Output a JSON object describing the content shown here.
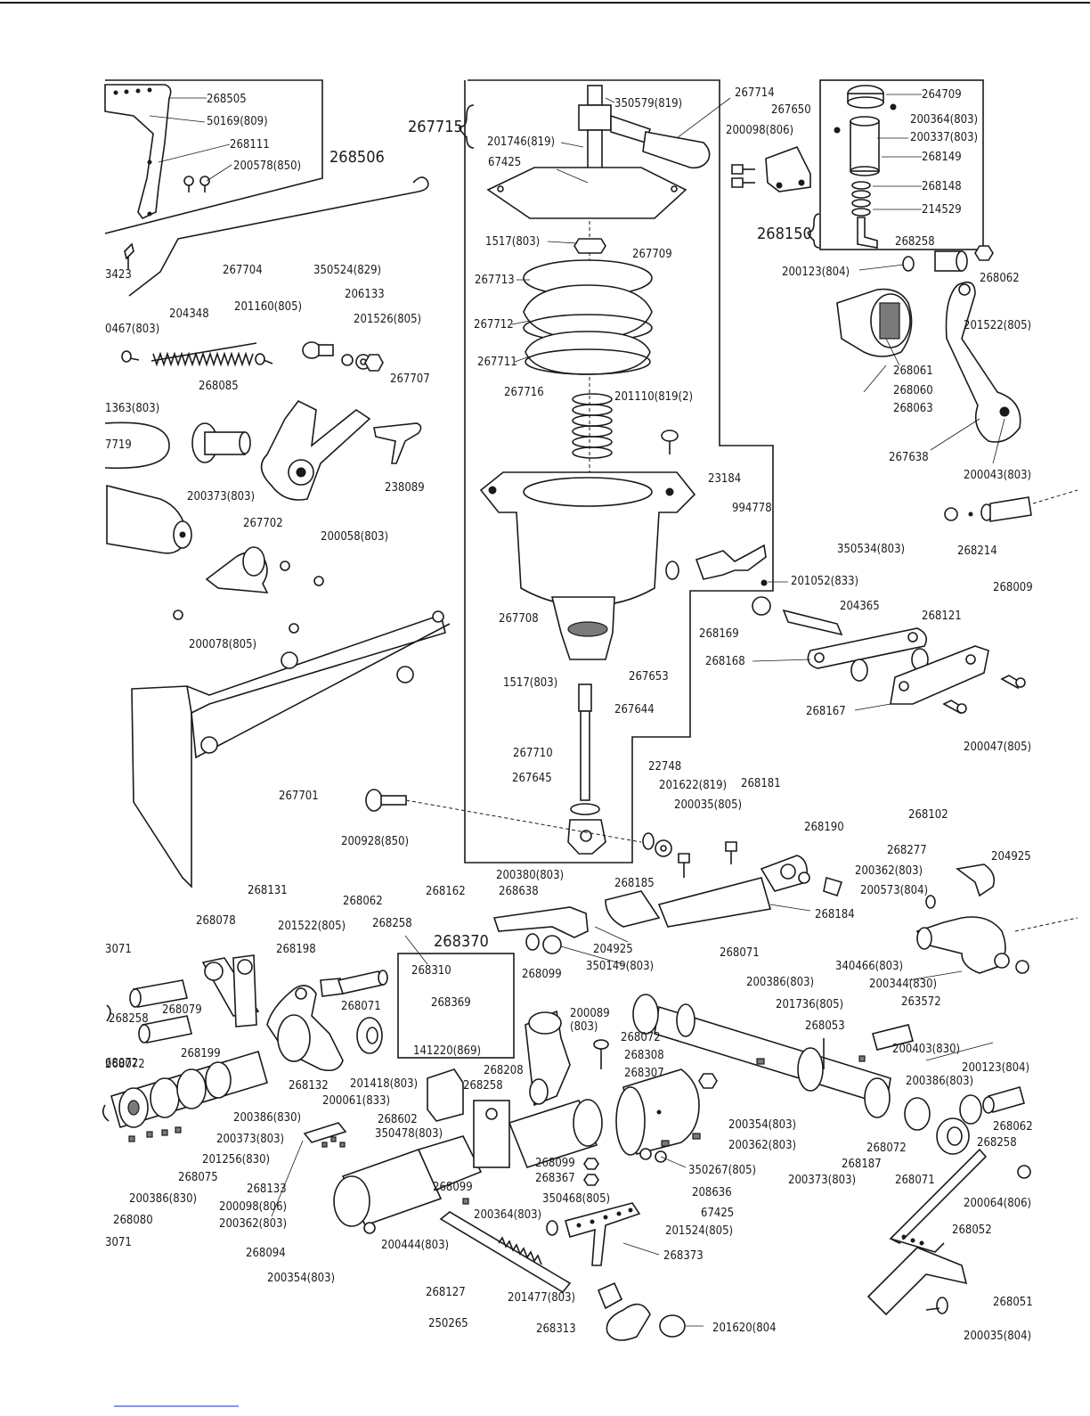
{
  "part_numbers": [
    "268505",
    "50169(809)",
    "268111",
    "200578(850)",
    "268506",
    "267715",
    "350579(819)",
    "267714",
    "201746(819)",
    "67425",
    "267650",
    "200098(806)",
    "264709",
    "200364(803)",
    "200337(803)",
    "268149",
    "268148",
    "214529",
    "268150",
    "268258",
    "200123(804)",
    "268062",
    "1517(803)",
    "267709",
    "267713",
    "267712",
    "267711",
    "267716",
    "201110(819(2)",
    "201522(805)",
    "268061",
    "268060",
    "268063",
    "267638",
    "200043(803)",
    "23184",
    "994778",
    "350534(803)",
    "268214",
    "201052(833)",
    "268009",
    "204365",
    "268121",
    "268169",
    "268168",
    "267708",
    "267653",
    "1517(803)",
    "267644",
    "268167",
    "200047(805)",
    "267710",
    "267645",
    "22748",
    "201622(819)",
    "268181",
    "200035(805)",
    "268102",
    "268190",
    "268277",
    "200362(803)",
    "204925",
    "200573(804)",
    "200928(850)",
    "267701",
    "3423",
    "267704",
    "350524(829)",
    "206133",
    "201160(805)",
    "201526(805)",
    "204348",
    "0467(803)",
    "267707",
    "268085",
    "1363(803)",
    "7719",
    "200373(803)",
    "238089",
    "267702",
    "200058(803)",
    "200078(805)",
    "268131",
    "268062",
    "268078",
    "201522(805)",
    "268258",
    "268162",
    "268638",
    "200380(803)",
    "268185",
    "268370",
    "268184",
    "204925",
    "350149(803)",
    "268071",
    "340466(803)",
    "200344(830)",
    "200386(803)",
    "3071",
    "268198",
    "268310",
    "268099",
    "201736(805)",
    "263572",
    "268258",
    "268079",
    "268369",
    "268071",
    "200089",
    "(803)",
    "268053",
    "200403(830)",
    "268072",
    "141220(869)",
    "268072",
    "268308",
    "268307",
    "200123(804)",
    "68072",
    "268199",
    "268208",
    "200386(803)",
    "268258",
    "268132",
    "201418(803)",
    "200061(833)",
    "200386(830)",
    "268602",
    "200354(803)",
    "268062",
    "200373(803)",
    "350478(803)",
    "200362(803)",
    "268258",
    "201256(830)",
    "268099",
    "268072",
    "268075",
    "268367",
    "350267(805)",
    "268187",
    "268133",
    "200373(803)",
    "268071",
    "200386(830)",
    "208636",
    "200098(806)",
    "268099",
    "350468(805)",
    "200064(806)",
    "268080",
    "200362(803)",
    "200364(803)",
    "67425",
    "268052",
    "3071",
    "201524(805)",
    "268094",
    "200444(803)",
    "268373",
    "200354(803)",
    "268127",
    "201477(803)",
    "268051",
    "250265",
    "268313",
    "201620(804",
    "200035(804)"
  ]
}
